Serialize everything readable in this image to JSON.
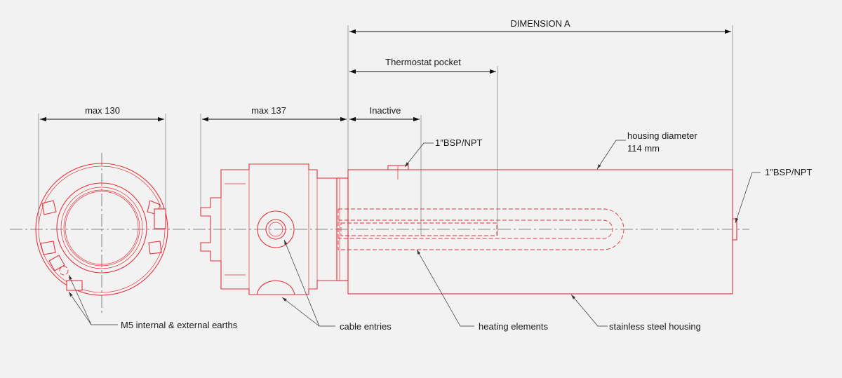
{
  "labels": {
    "dimension_a": "DIMENSION A",
    "thermostat_pocket": "Thermostat pocket",
    "max_130": "max 130",
    "max_137": "max 137",
    "inactive": "Inactive",
    "bsp_top": "1″BSP/NPT",
    "housing_diameter_line1": "housing diameter",
    "housing_diameter_line2": "114 mm",
    "bsp_right": "1″BSP/NPT",
    "earths": "M5 internal & external earths",
    "cable_entries": "cable entries",
    "heating_elements": "heating elements",
    "stainless_housing": "stainless steel housing"
  },
  "colors": {
    "drawing_red": "#e5323b",
    "dimension_black": "#111111",
    "background": "#f2f2f2"
  }
}
